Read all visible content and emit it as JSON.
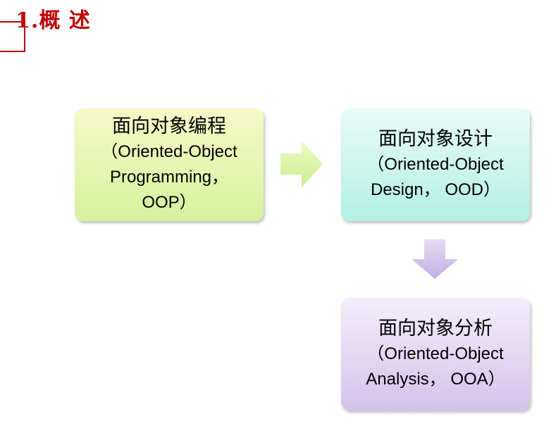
{
  "slide": {
    "title": "1.概 述"
  },
  "boxes": {
    "oop": {
      "chinese": "面向对象编程",
      "line1": "（Oriented-Object",
      "line2": "Programming，",
      "line3": "OOP）"
    },
    "ood": {
      "chinese": "面向对象设计",
      "line1": "（Oriented-Object",
      "line2": "Design，  OOD）"
    },
    "ooa": {
      "chinese": "面向对象分析",
      "line1": "（Oriented-Object",
      "line2": "Analysis，  OOA）"
    }
  },
  "colors": {
    "title": "#c00000",
    "oop_box": "#d6f29e",
    "ood_box": "#b2efe3",
    "ooa_box": "#d5c2ec",
    "arrow_right": "#d8f29a",
    "arrow_down": "#cdb8e8"
  },
  "icons": {
    "right_arrow": "right-arrow-icon",
    "down_arrow": "down-arrow-icon"
  }
}
